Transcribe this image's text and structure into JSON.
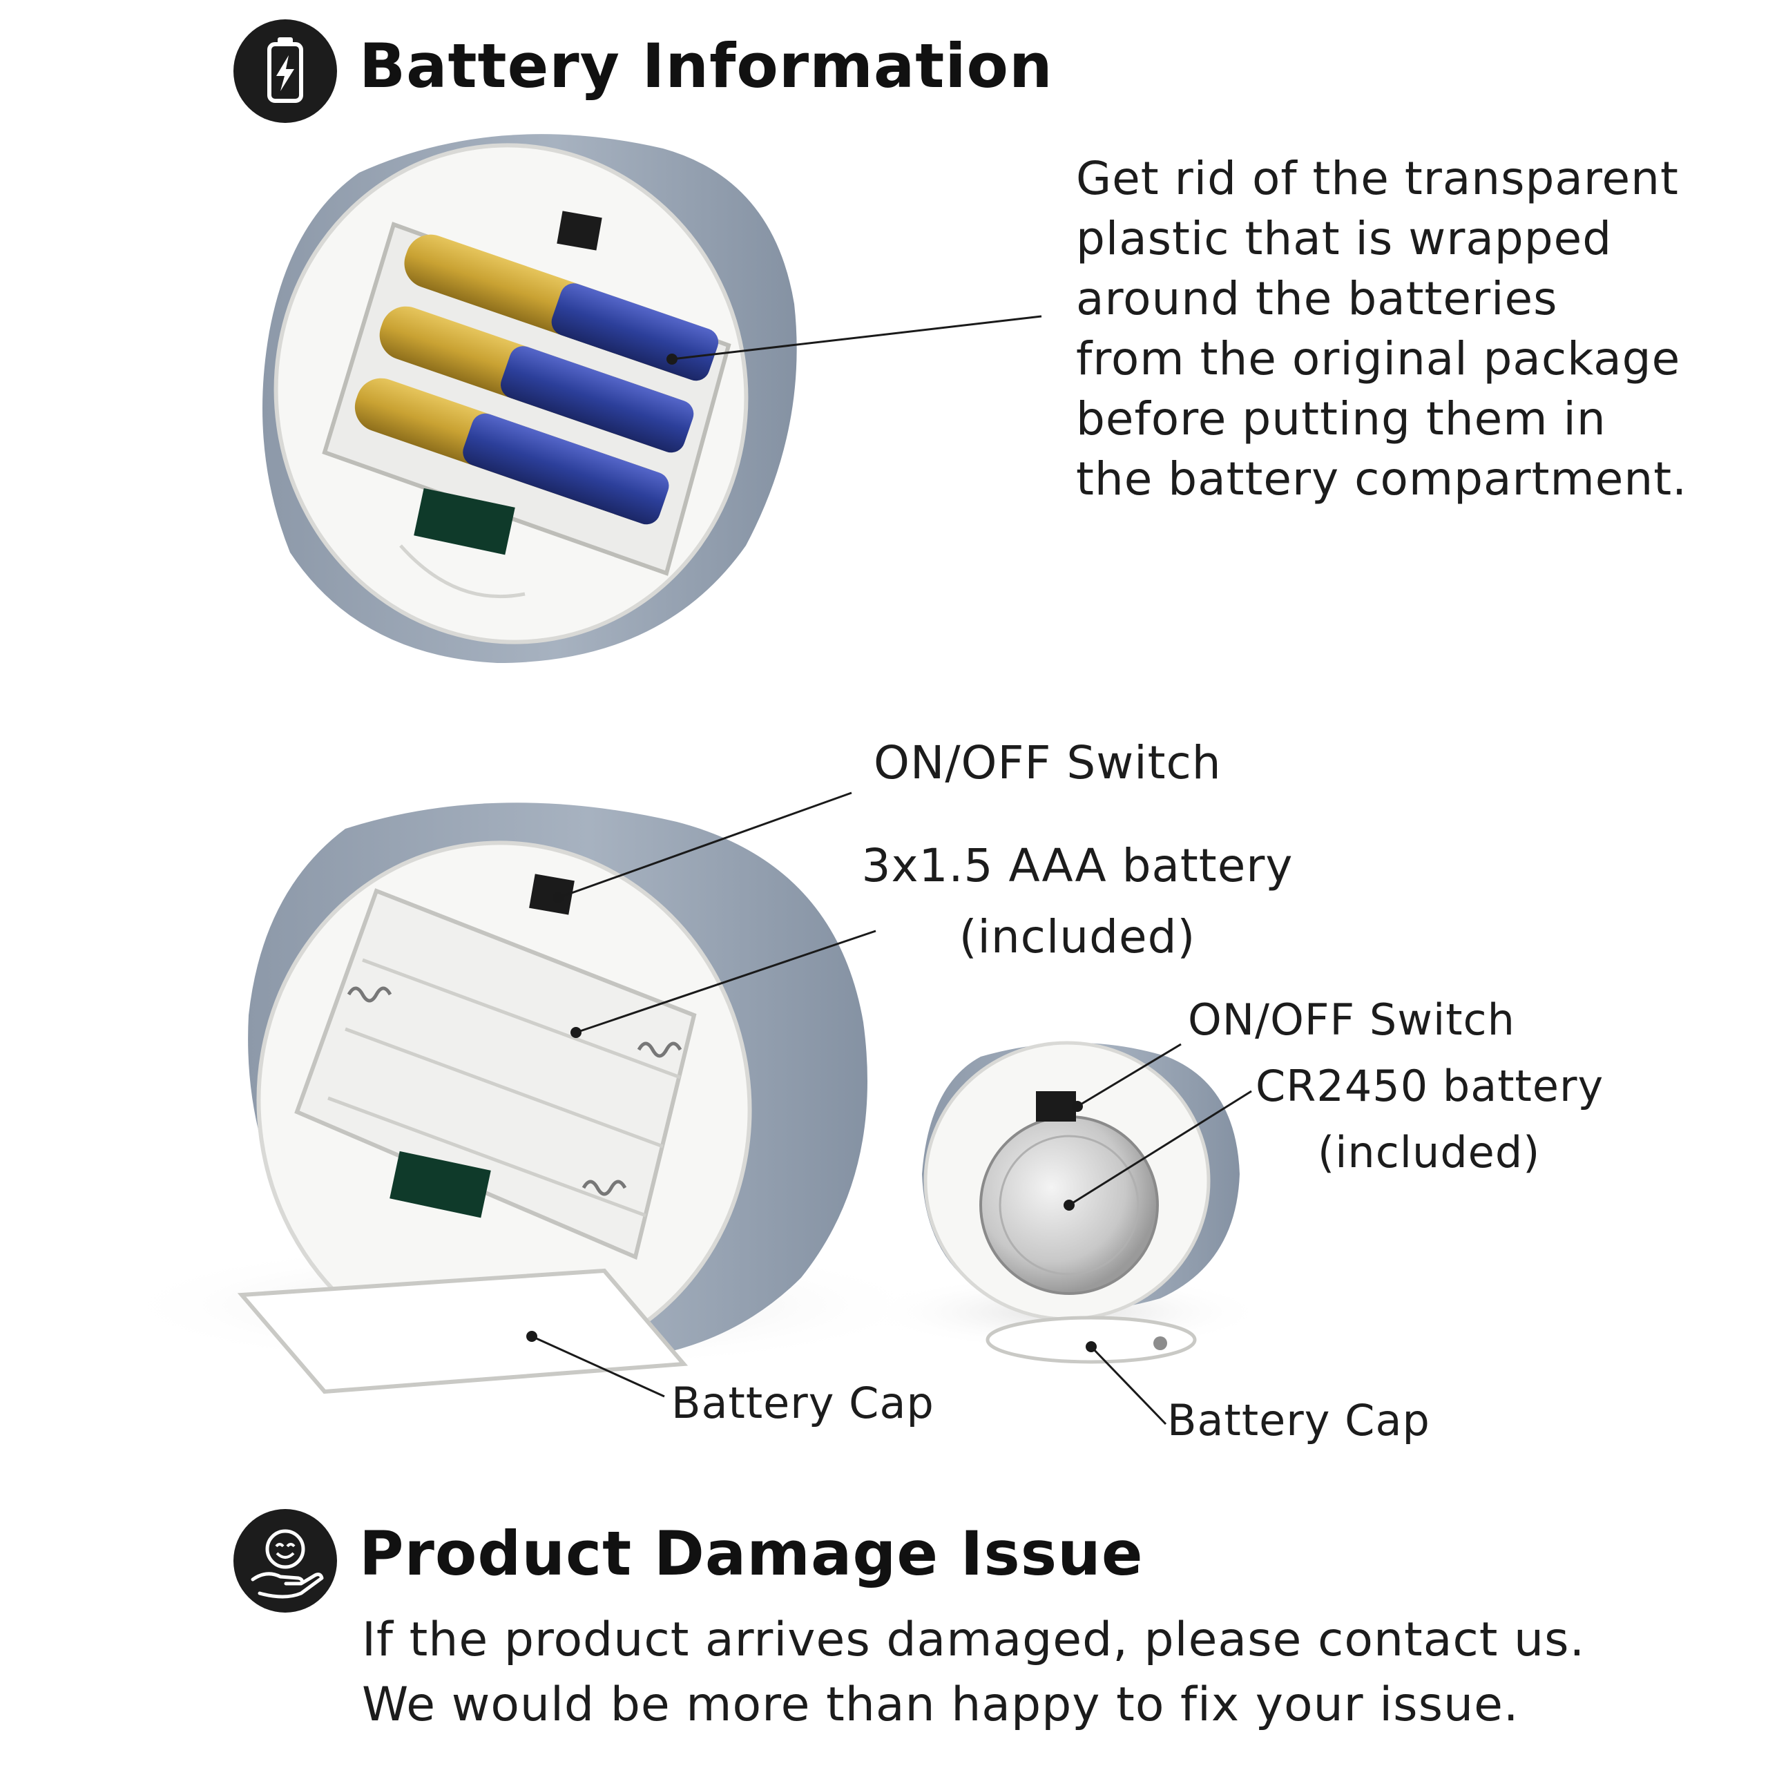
{
  "battery_section": {
    "heading": "Battery Information",
    "icon": "battery-charging-icon",
    "note": [
      "Get rid of the transparent",
      "plastic that is wrapped",
      "around the batteries",
      "from the original package",
      "before putting them in",
      "the battery compartment."
    ]
  },
  "callouts": {
    "large_switch": "ON/OFF Switch",
    "large_battery_line1": "3x1.5 AAA battery",
    "large_battery_line2": "(included)",
    "small_switch": "ON/OFF Switch",
    "small_battery_line1": "CR2450  battery",
    "small_battery_line2": "(included)",
    "large_cap": "Battery Cap",
    "small_cap": "Battery Cap"
  },
  "damage_section": {
    "heading": "Product Damage Issue",
    "icon": "smiley-hand-icon",
    "lines": [
      "If the product arrives damaged, please contact us.",
      "We would be more than happy to fix your issue."
    ]
  },
  "colors": {
    "wax": "#9aa6b6",
    "battery_blue": "#2c3f9a",
    "battery_gold": "#c9a233",
    "icon_bg": "#1c1c1c"
  }
}
